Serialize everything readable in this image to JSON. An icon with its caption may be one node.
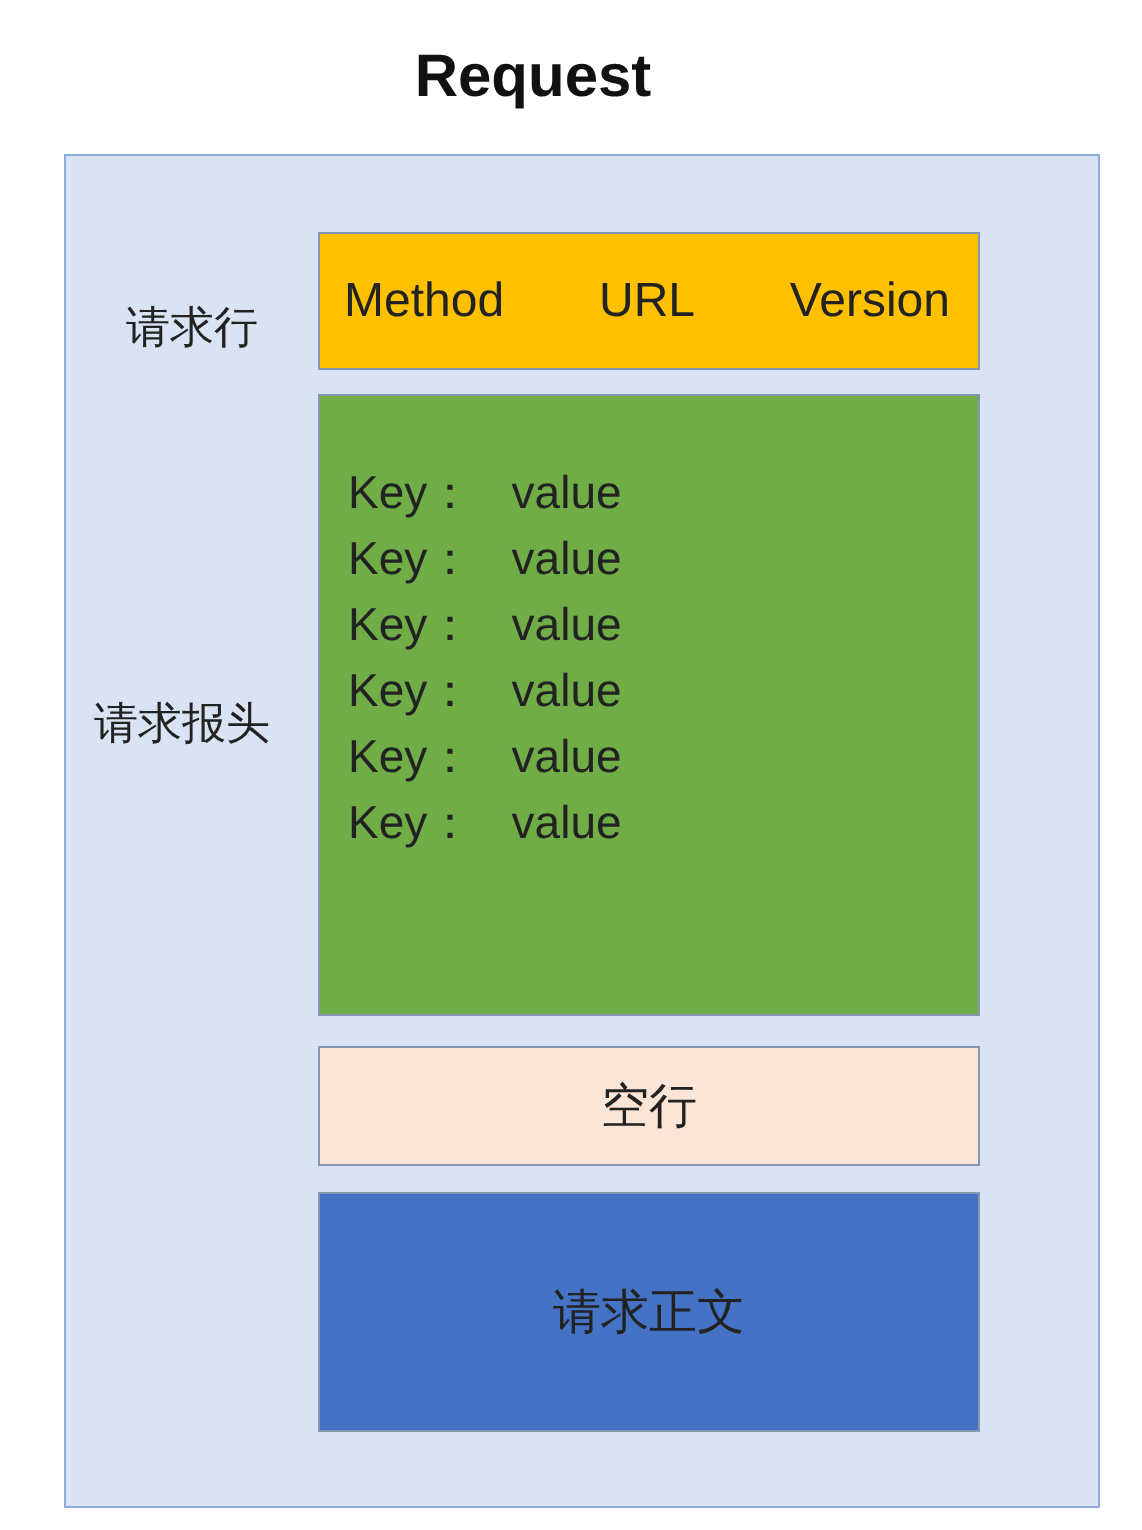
{
  "diagram": {
    "title": "Request",
    "nodes": [
      {
        "text": [],
        "shape": "box"
      },
      {
        "text": [
          "Method",
          "URL",
          "Version"
        ],
        "in": 0,
        "beside": [
          "请求行"
        ]
      },
      {
        "text": [
          "Key： value",
          "Key： value",
          "Key： value",
          "Key： value",
          "Key： value",
          "Key： value"
        ],
        "in": 0,
        "beside": [
          "请求报头"
        ]
      },
      {
        "text": [
          "空行"
        ],
        "in": 0
      },
      {
        "text": [
          "请求正文"
        ],
        "in": 0
      }
    ]
  }
}
